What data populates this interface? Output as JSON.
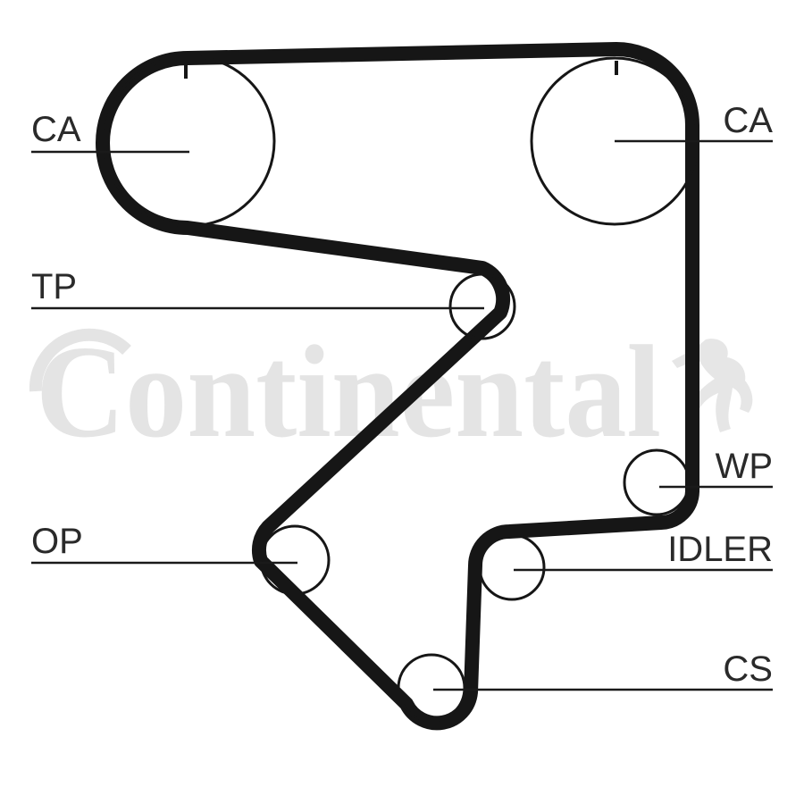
{
  "watermark": {
    "brand": "Continental"
  },
  "labels": {
    "camshaft_left": "CA",
    "camshaft_right": "CA",
    "tensioner": "TP",
    "water_pump": "WP",
    "oil_pump": "OP",
    "idler": "IDLER",
    "crankshaft": "CS"
  },
  "colors": {
    "belt": "#161616",
    "pulley": "#161616",
    "watermark": "#e4e4e4",
    "background": "#ffffff"
  },
  "icons": {
    "brand_logo": "rearing-horse-icon"
  }
}
